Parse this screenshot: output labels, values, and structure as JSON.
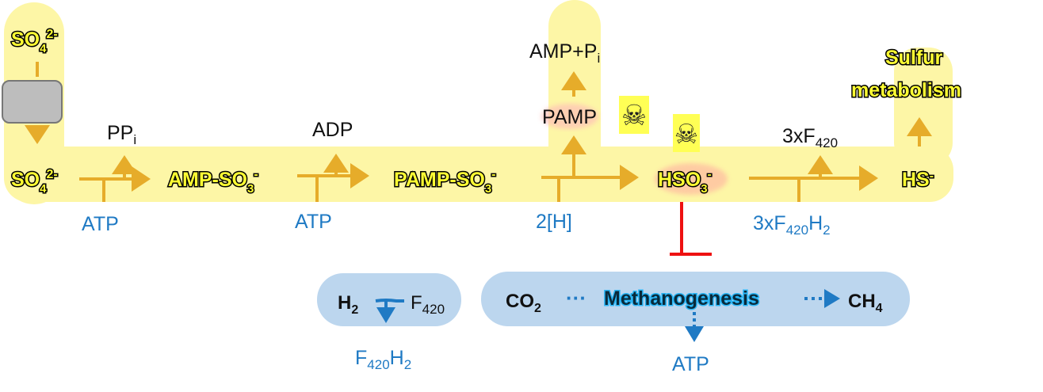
{
  "colors": {
    "band": "#fdf6a6",
    "arrow": "#e6ac2a",
    "blue_text": "#1f7ac4",
    "inhibit": "#ee1111",
    "pill": "#bcd6ee"
  },
  "compounds": {
    "so4_top": {
      "base": "SO",
      "sub": "4",
      "sup": "2-"
    },
    "so4": {
      "base": "SO",
      "sub": "4",
      "sup": "2-"
    },
    "aps": {
      "base": "AMP-SO",
      "sub": "3",
      "sup": "-"
    },
    "paps": {
      "base": "PAMP-SO",
      "sub": "3",
      "sup": "-"
    },
    "hso3": {
      "base": "HSO",
      "sub": "3",
      "sup": "-"
    },
    "hs": {
      "base": "HS",
      "sup": "-"
    },
    "sulfur_line1": "Sulfur",
    "sulfur_line2": "metabolism"
  },
  "byproducts": {
    "ppi": {
      "base": "PP",
      "sub": "i"
    },
    "adp": "ADP",
    "pamp": "PAMP",
    "amp_pi": {
      "base": "AMP+P",
      "sub": "i"
    },
    "f420": {
      "base": "3xF",
      "sub": "420"
    }
  },
  "cosubstrates": {
    "atp1": "ATP",
    "atp2": "ATP",
    "h2": "2[H]",
    "f420h2": {
      "base": "3xF",
      "sub": "420",
      "base2": "H",
      "sub2": "2"
    }
  },
  "hydrogenase": {
    "h2": {
      "base": "H",
      "sub": "2"
    },
    "f420": {
      "base": "F",
      "sub": "420"
    },
    "product": {
      "base": "F",
      "sub": "420",
      "base2": "H",
      "sub2": "2"
    }
  },
  "methanogenesis": {
    "co2": {
      "base": "CO",
      "sub": "2"
    },
    "dots": "···",
    "label": "Methanogenesis",
    "ch4": {
      "base": "CH",
      "sub": "4"
    },
    "atp": "ATP"
  },
  "icons": [
    "transporter-box",
    "skull-crossbones-icon",
    "inhibition-bar"
  ]
}
